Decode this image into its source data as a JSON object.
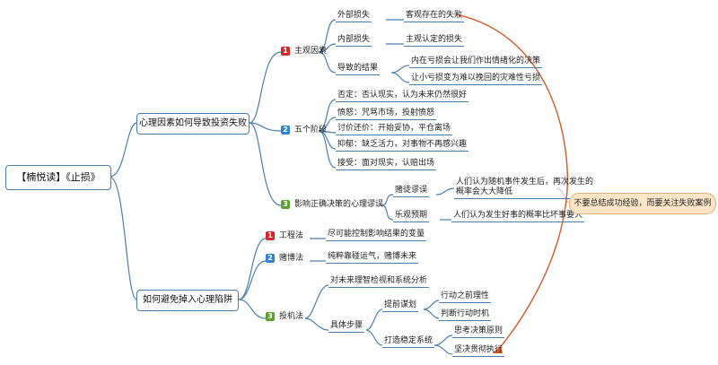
{
  "root": "【楠悦读】《止损》",
  "branch1": {
    "title": "心理因素如何导致投资失败",
    "group1": {
      "num": "1",
      "label": "主观因素",
      "c1": {
        "label": "外部损失",
        "leaf": "客观存在的失败"
      },
      "c2": {
        "label": "内部损失",
        "leaf": "主观认定的损失"
      },
      "c3": {
        "label": "导致的结果",
        "leaf1": "内在亏损会让我们作出情绪化的决策",
        "leaf2": "让小亏损变为难以挽回的灾难性亏损"
      }
    },
    "group2": {
      "num": "2",
      "label": "五个阶段",
      "items": [
        "否定：否认现实，认为未来仍然很好",
        "愤怒：咒骂市场，投射愤怒",
        "讨价还价：开始妥协，平仓离场",
        "抑郁：缺乏活力，对事物不再感兴趣",
        "接受：面对现实，认赔出场"
      ]
    },
    "group3": {
      "num": "3",
      "label": "影响正确决策的心理谬误",
      "c1": {
        "label": "赌徒谬误",
        "leaf1": "人们认为随机事件发生后，再次发生的",
        "leaf2": "概率会大大降低"
      },
      "c2": {
        "label": "乐观预期",
        "leaf": "人们认为发生好事的概率比坏事要大"
      }
    }
  },
  "branch2": {
    "title": "如何避免掉入心理陷阱",
    "group1": {
      "num": "1",
      "label": "工程法",
      "leaf": "尽可能控制影响结果的变量"
    },
    "group2": {
      "num": "2",
      "label": "赌博法",
      "leaf": "纯粹靠碰运气，赌博未来"
    },
    "group3": {
      "num": "3",
      "label": "投机法",
      "c1": {
        "label": "对未来理智检视和系统分析"
      },
      "c2": {
        "label": "具体步骤",
        "s1": {
          "label": "提前谋划",
          "leaf1": "行动之前理性",
          "leaf2": "判断行动时机"
        },
        "s2": {
          "label": "打造稳定系统",
          "leaf1": "思考决策原则",
          "leaf2": "坚决贯彻执行"
        }
      }
    }
  },
  "callout": "不要总结成功经验，而要关注失败案例",
  "colors": {
    "line": "#4a7fb0",
    "badge1": "#d9262b",
    "badge2": "#2f84d8",
    "badge3": "#5aa02c",
    "arrow": "#d45a2a",
    "callout_bg": "#fde6c8"
  }
}
